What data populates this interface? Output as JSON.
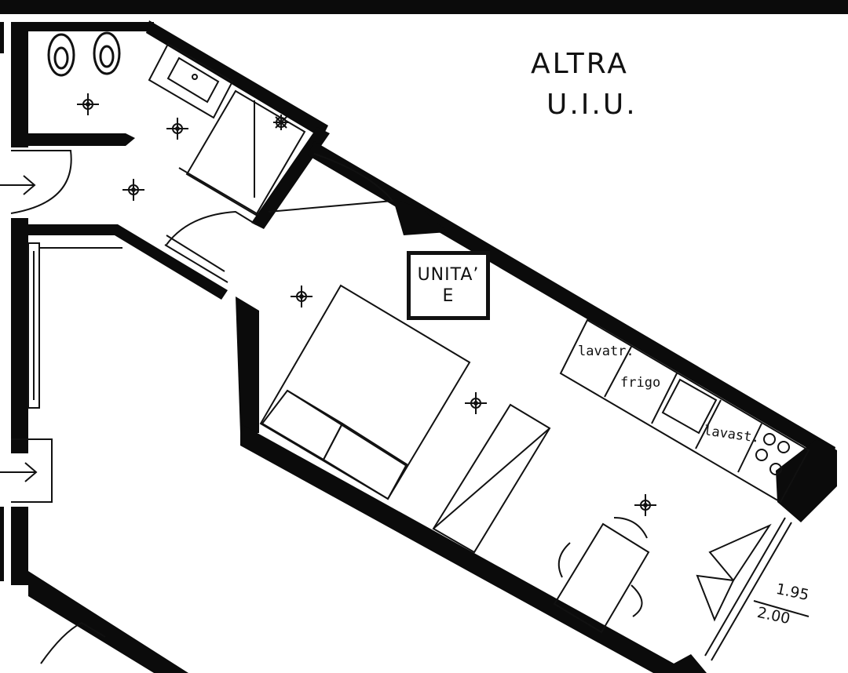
{
  "labels": {
    "other_unit_line1": "ALTRA",
    "other_unit_line2": "U.I.U.",
    "unit_line1": "UNITA’",
    "unit_line2": "E",
    "washer": "lavatr.",
    "fridge": "frigo",
    "dishwasher": "lavast.",
    "dim_top": "1.95",
    "dim_bottom": "2.00"
  },
  "icons": [
    "light-point-icon",
    "heater-icon",
    "toilet-icon",
    "bidet-icon",
    "sink-icon",
    "stove-icon",
    "door-arrow-icon",
    "chair-icon"
  ],
  "colors": {
    "wall": "#0b0b0b",
    "background": "#ffffff",
    "line": "#111111"
  }
}
